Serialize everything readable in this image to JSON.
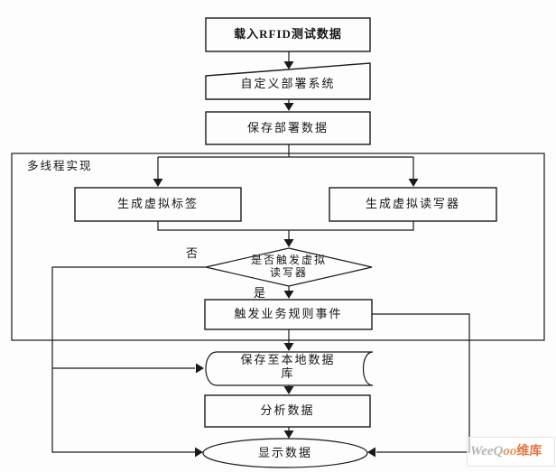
{
  "flowchart": {
    "nodes": {
      "load": "载入RFID测试数据",
      "customize": "自定义部署系统",
      "save_deploy": "保存部署数据",
      "region_label": "多线程实现",
      "gen_tags": "生成虚拟标签",
      "gen_readers": "生成虚拟读写器",
      "decision_line1": "是否触发虚拟",
      "decision_line2": "读写器",
      "trigger": "触发业务规则事件",
      "save_db_line1": "保存至本地数据",
      "save_db_line2": "库",
      "analyze": "分析数据",
      "display": "显示数据"
    },
    "branch_labels": {
      "no": "否",
      "yes": "是"
    },
    "colors": {
      "stroke": "#1a1a1a",
      "background": "#ffffff"
    }
  },
  "watermark": {
    "part1": "WeeQ",
    "part2": "oo",
    "part3": "维库"
  }
}
